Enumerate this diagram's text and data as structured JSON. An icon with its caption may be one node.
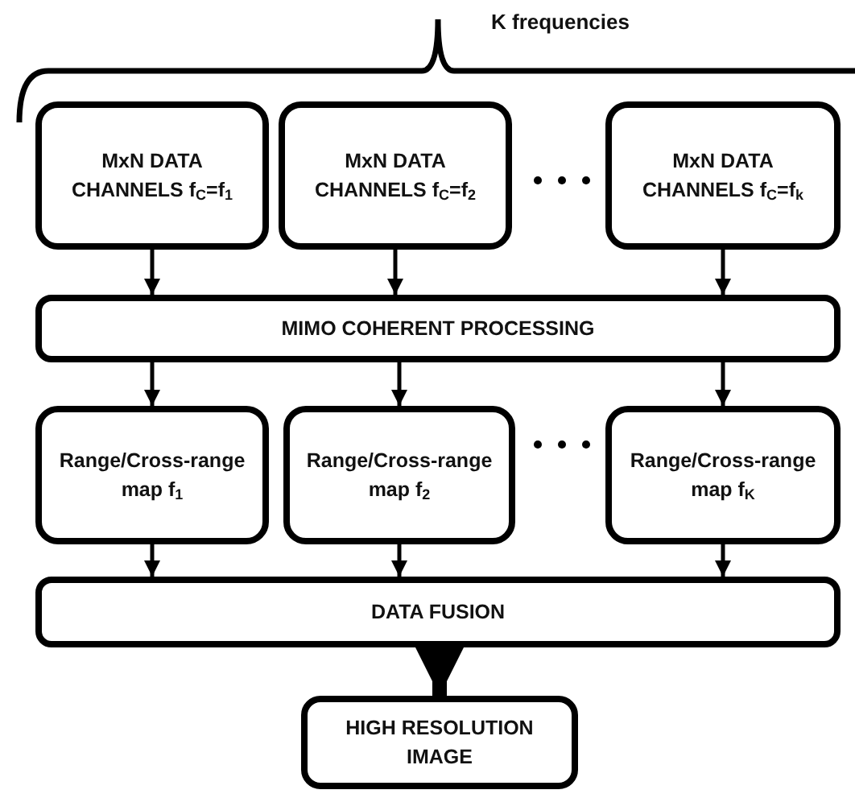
{
  "diagram": {
    "nodes": [
      {
        "text": [
          "MxN DATA CHANNELS f$_{C}$=f$_{1}$"
        ]
      },
      {
        "text": [
          "MxN DATA CHANNELS f$_{C}$=f$_{2}$"
        ]
      },
      {
        "text": [
          "MxN DATA CHANNELS f$_{C}$=f$_{k}$"
        ]
      },
      {
        "text": [
          "MIMO COHERENT PROCESSING"
        ]
      },
      {
        "text": [
          "Range/Cross-range map f$_{1}$"
        ]
      },
      {
        "text": [
          "Range/Cross-range map f$_{2}$"
        ]
      },
      {
        "text": [
          "Range/Cross-range map f$_{K}$"
        ]
      },
      {
        "text": [
          "DATA FUSION"
        ]
      },
      {
        "text": [
          "HIGH RESOLUTION IMAGE"
        ]
      }
    ],
    "edges": [
      {
        "from": 0,
        "to": 3,
        "arrow": "to"
      },
      {
        "from": 1,
        "to": 3,
        "arrow": "to"
      },
      {
        "from": 2,
        "to": 3,
        "arrow": "to"
      },
      {
        "from": 3,
        "to": 4,
        "arrow": "to"
      },
      {
        "from": 3,
        "to": 5,
        "arrow": "to"
      },
      {
        "from": 3,
        "to": 6,
        "arrow": "to"
      },
      {
        "from": 4,
        "to": 7,
        "arrow": "to"
      },
      {
        "from": 5,
        "to": 7,
        "arrow": "to"
      },
      {
        "from": 6,
        "to": 7,
        "arrow": "to"
      },
      {
        "from": 7,
        "to": 8,
        "arrow": "to",
        "style": "thick"
      }
    ],
    "labels": [
      "K frequencies"
    ]
  }
}
